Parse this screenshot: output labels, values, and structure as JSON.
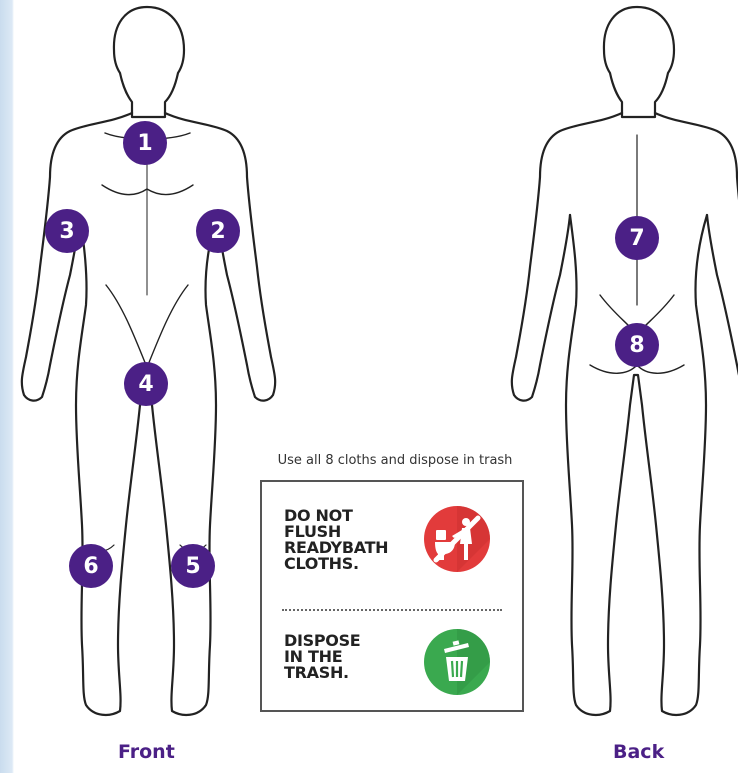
{
  "markers": [
    {
      "id": "1",
      "label": "1"
    },
    {
      "id": "2",
      "label": "2"
    },
    {
      "id": "3",
      "label": "3"
    },
    {
      "id": "4",
      "label": "4"
    },
    {
      "id": "5",
      "label": "5"
    },
    {
      "id": "6",
      "label": "6"
    },
    {
      "id": "7",
      "label": "7"
    },
    {
      "id": "8",
      "label": "8"
    }
  ],
  "labels": {
    "front": "Front",
    "back": "Back"
  },
  "instruction": "Use all 8 cloths and dispose in trash",
  "card": {
    "warning_lines": [
      "DO NOT",
      "FLUSH",
      "READYBATH",
      "CLOTHS."
    ],
    "dispose_lines": [
      "DISPOSE",
      "IN THE",
      "TRASH."
    ]
  },
  "colors": {
    "marker": "#4b2086",
    "no_flush_badge": "#e23b3b",
    "trash_badge": "#3aa94f",
    "text": "#222222"
  },
  "icons": {
    "no_flush": "no-flush-icon",
    "trash": "trash-can-icon"
  }
}
